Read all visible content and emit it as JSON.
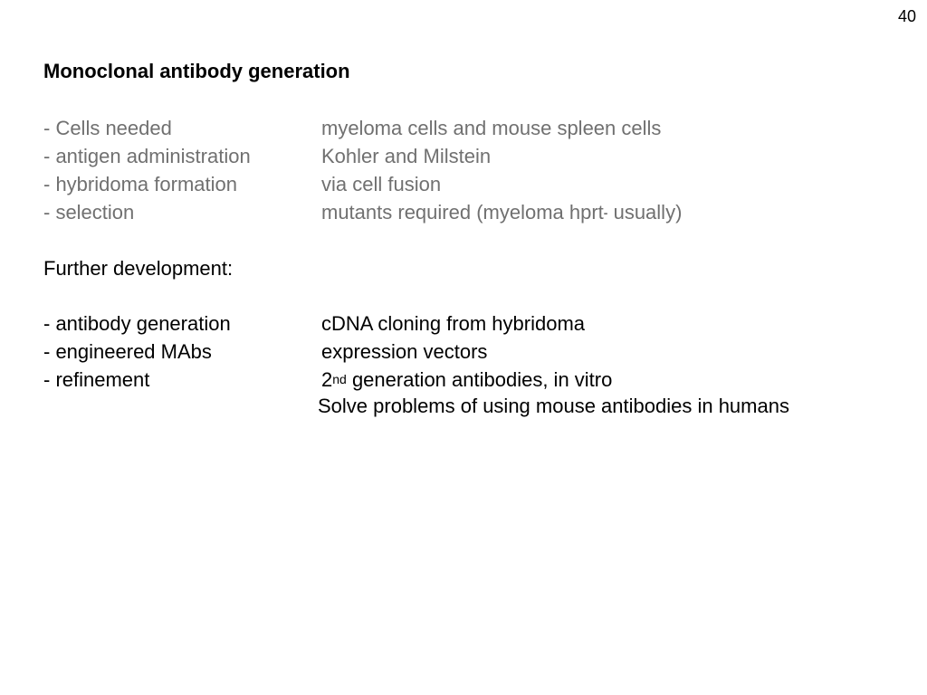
{
  "slide_number": "40",
  "title": "Monoclonal antibody generation",
  "section1": {
    "rows": [
      {
        "label": "- Cells needed",
        "desc": "myeloma cells and mouse spleen cells"
      },
      {
        "label": "- antigen administration",
        "desc": "Kohler and Milstein"
      },
      {
        "label": "- hybridoma formation",
        "desc": "via cell fusion"
      },
      {
        "label": "- selection",
        "desc_before": "mutants required (myeloma hprt",
        "desc_sup": "-",
        "desc_after": " usually)"
      }
    ]
  },
  "section2": {
    "heading": "Further development:",
    "rows": [
      {
        "label": "- antibody generation",
        "desc": "cDNA cloning from hybridoma"
      },
      {
        "label": "- engineered MAbs",
        "desc": "expression vectors"
      },
      {
        "label": "- refinement",
        "desc_before": "2",
        "desc_sup": "nd",
        "desc_after": " generation antibodies, in vitro"
      }
    ],
    "final_line": "Solve problems of using mouse antibodies in humans"
  }
}
